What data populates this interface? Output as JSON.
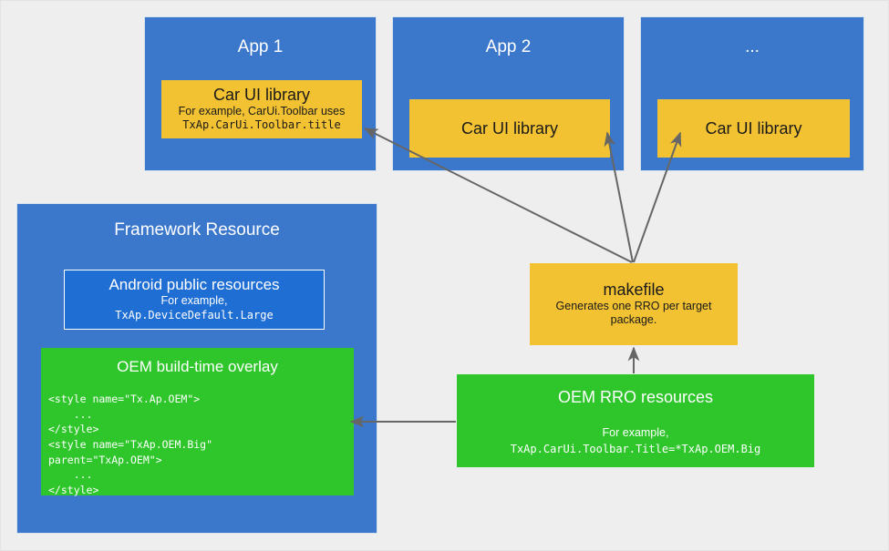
{
  "diagram": {
    "background_color": "#eeeeee",
    "colors": {
      "blue": "#3b78cc",
      "blue_inner": "#1f6ed4",
      "yellow": "#f2c232",
      "green": "#2ec62a",
      "arrow": "#666666",
      "white": "#ffffff"
    },
    "apps": [
      {
        "title": "App 1",
        "library_title": "Car UI library",
        "library_sub": "For example, CarUi.Toolbar uses",
        "library_code": "TxAp.CarUi.Toolbar.title"
      },
      {
        "title": "App 2",
        "library_title": "Car UI library",
        "library_sub": "",
        "library_code": ""
      },
      {
        "title": "...",
        "library_title": "Car UI library",
        "library_sub": "",
        "library_code": ""
      }
    ],
    "framework": {
      "title": "Framework Resource",
      "public_resources": {
        "title": "Android public resources",
        "sub": "For example,",
        "code": "TxAp.DeviceDefault.Large"
      },
      "build_overlay": {
        "title": "OEM build-time overlay",
        "code": "<style name=\"Tx.Ap.OEM\">\n    ...\n</style>\n<style name=\"TxAp.OEM.Big\"\nparent=\"TxAp.OEM\">\n    ...\n</style>"
      }
    },
    "makefile": {
      "title": "makefile",
      "sub": "Generates one RRO per target package."
    },
    "rro": {
      "title": "OEM RRO resources",
      "sub": "For example,",
      "code": "TxAp.CarUi.Toolbar.Title=*TxAp.OEM.Big"
    }
  }
}
